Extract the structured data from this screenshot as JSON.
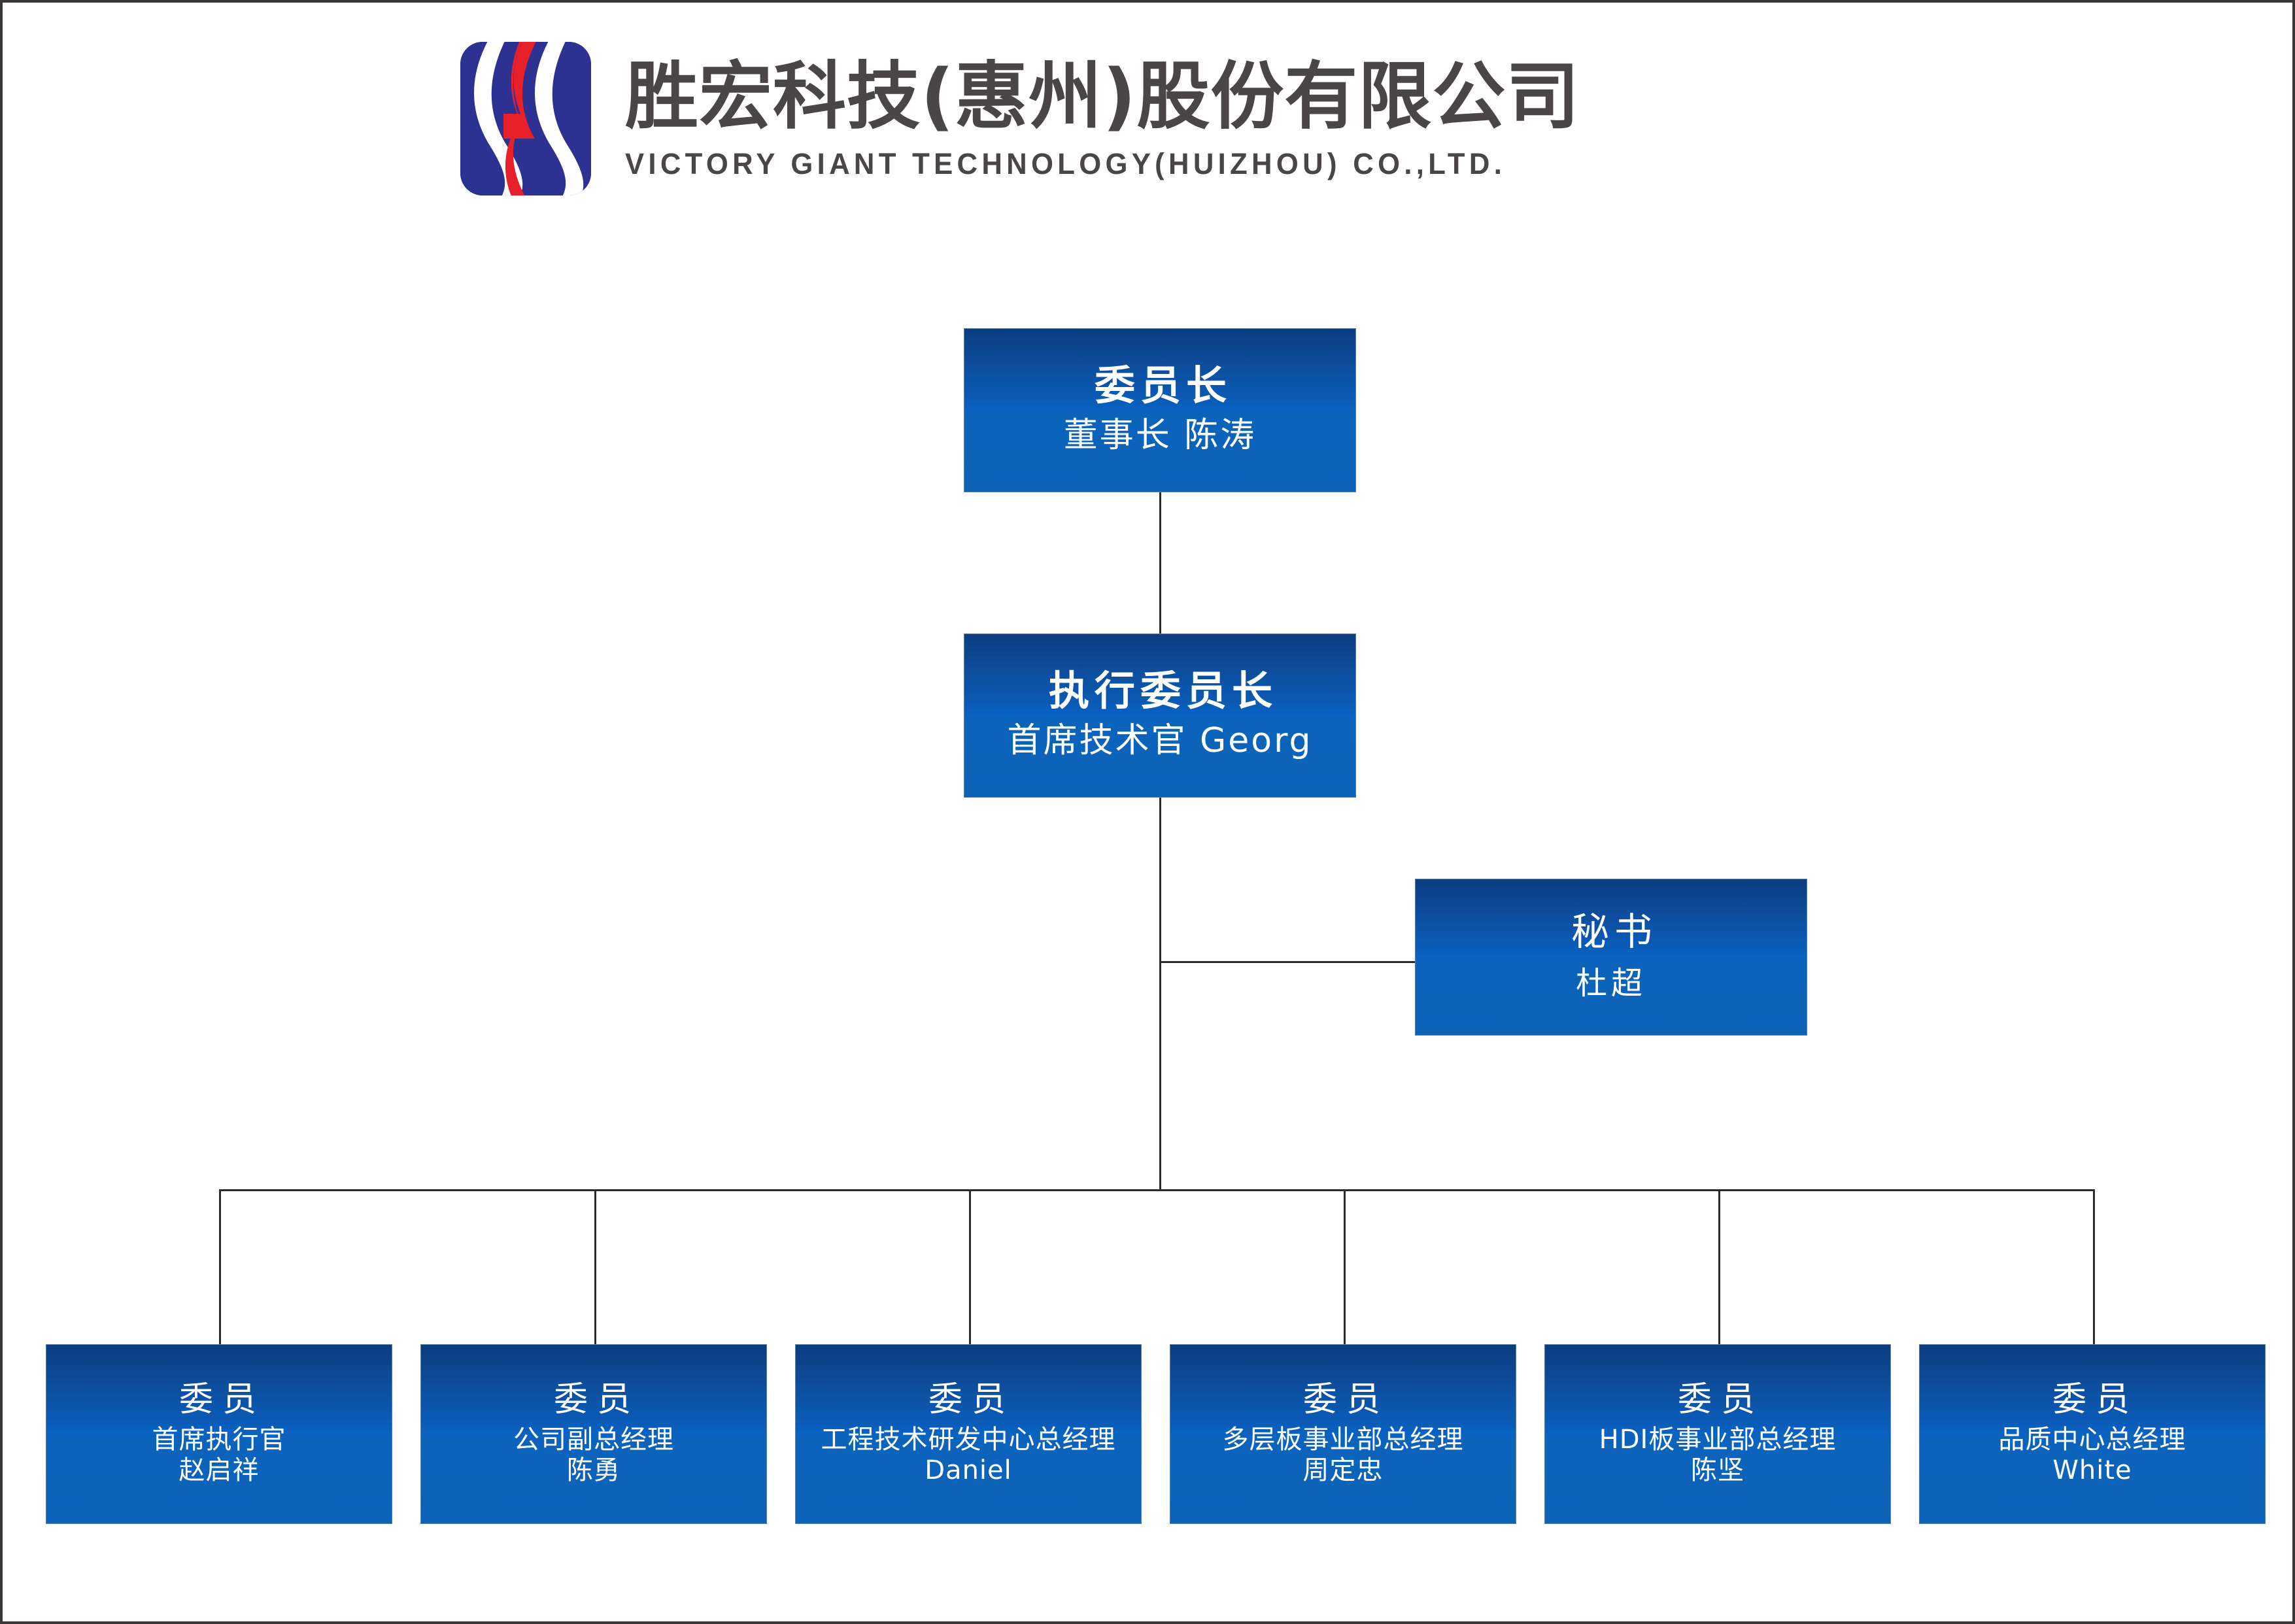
{
  "header": {
    "logo_icon": "victory-giant-s-logo",
    "company_name_cn": "胜宏科技(惠州)股份有限公司",
    "company_name_en": "VICTORY GIANT TECHNOLOGY(HUIZHOU) CO.,LTD."
  },
  "colors": {
    "node_gradient_top": "#0b3d7f",
    "node_gradient_bottom": "#0b62b7",
    "node_text": "#ffffff",
    "connector_line": "#2e2a2b",
    "page_border": "#3b3637",
    "logo_blue": "#2d3192",
    "logo_red": "#e8202a",
    "title_text": "#4a4547",
    "background": "#ffffff"
  },
  "chart_data": {
    "type": "org-chart",
    "title": "胜宏科技(惠州)股份有限公司 组织架构",
    "nodes": [
      {
        "id": "chairman",
        "role": "委员长",
        "subtitle": "董事长 陈涛",
        "title_label": "董事长",
        "person": "陈涛",
        "level": 1,
        "parent": null
      },
      {
        "id": "executive-chairman",
        "role": "执行委员长",
        "subtitle": "首席技术官 Georg",
        "title_label": "首席技术官",
        "person": "Georg",
        "level": 2,
        "parent": "chairman"
      },
      {
        "id": "secretary",
        "role": "秘书",
        "subtitle": "杜超",
        "title_label": "",
        "person": "杜超",
        "level": 3,
        "parent": "executive-chairman"
      }
    ],
    "members": [
      {
        "id": "member-ceo",
        "role": "委员",
        "title_label": "首席执行官",
        "person": "赵启祥",
        "person_is_latin": false,
        "parent": "executive-chairman"
      },
      {
        "id": "member-deputy-gm",
        "role": "委员",
        "title_label": "公司副总经理",
        "person": "陈勇",
        "person_is_latin": false,
        "parent": "executive-chairman"
      },
      {
        "id": "member-rd-center",
        "role": "委员",
        "title_label": "工程技术研发中心总经理",
        "person": "Daniel",
        "person_is_latin": true,
        "parent": "executive-chairman"
      },
      {
        "id": "member-multilayer",
        "role": "委员",
        "title_label": "多层板事业部总经理",
        "person": "周定忠",
        "person_is_latin": false,
        "parent": "executive-chairman"
      },
      {
        "id": "member-hdi",
        "role": "委员",
        "title_label": "HDI板事业部总经理",
        "person": "陈坚",
        "person_is_latin": false,
        "parent": "executive-chairman"
      },
      {
        "id": "member-quality",
        "role": "委员",
        "title_label": "品质中心总经理",
        "person": "White",
        "person_is_latin": true,
        "parent": "executive-chairman"
      }
    ]
  }
}
